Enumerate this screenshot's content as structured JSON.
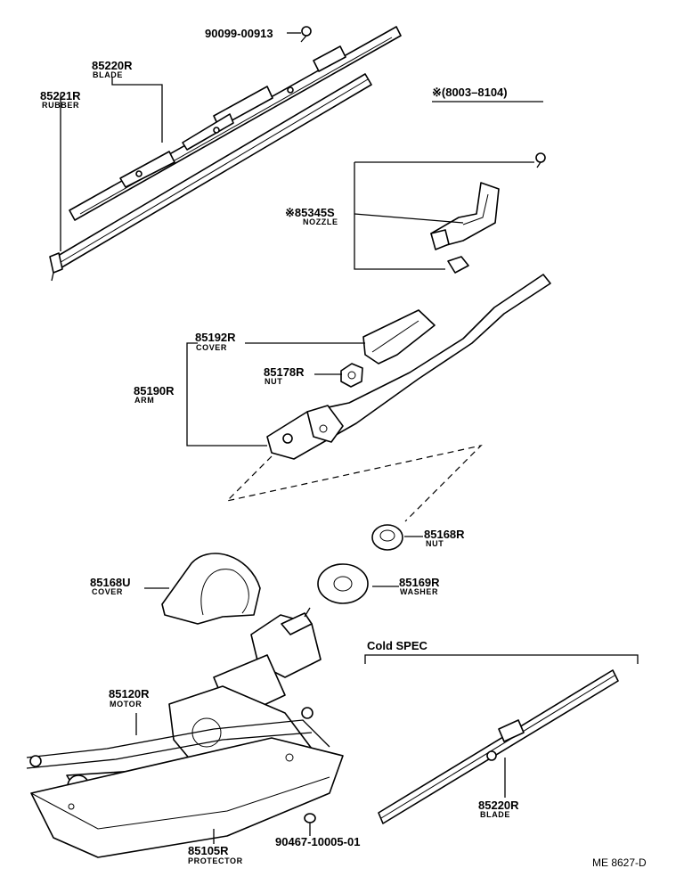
{
  "labels": {
    "bolt_9009900913": {
      "part_no": "90099-00913"
    },
    "blade_top": {
      "part_no": "85220R",
      "name": "BLADE"
    },
    "rubber": {
      "part_no": "85221R",
      "name": "RUBBER"
    },
    "range_note": "※(8003–8104)",
    "nozzle": {
      "part_no": "※85345S",
      "name": "NOZZLE"
    },
    "cover_arm": {
      "part_no": "85192R",
      "name": "COVER"
    },
    "nut_85178": {
      "part_no": "85178R",
      "name": "NUT"
    },
    "arm": {
      "part_no": "85190R",
      "name": "ARM"
    },
    "nut_85168": {
      "part_no": "85168R",
      "name": "NUT"
    },
    "cover_85168u": {
      "part_no": "85168U",
      "name": "COVER"
    },
    "washer": {
      "part_no": "85169R",
      "name": "WASHER"
    },
    "cold_spec": "Cold SPEC",
    "motor": {
      "part_no": "85120R",
      "name": "MOTOR"
    },
    "blade_cold": {
      "part_no": "85220R",
      "name": "BLADE"
    },
    "protector": {
      "part_no": "85105R",
      "name": "PROTECTOR"
    },
    "grommet": {
      "part_no": "90467-10005-01"
    },
    "figure_ref": "ME  8627-D"
  }
}
